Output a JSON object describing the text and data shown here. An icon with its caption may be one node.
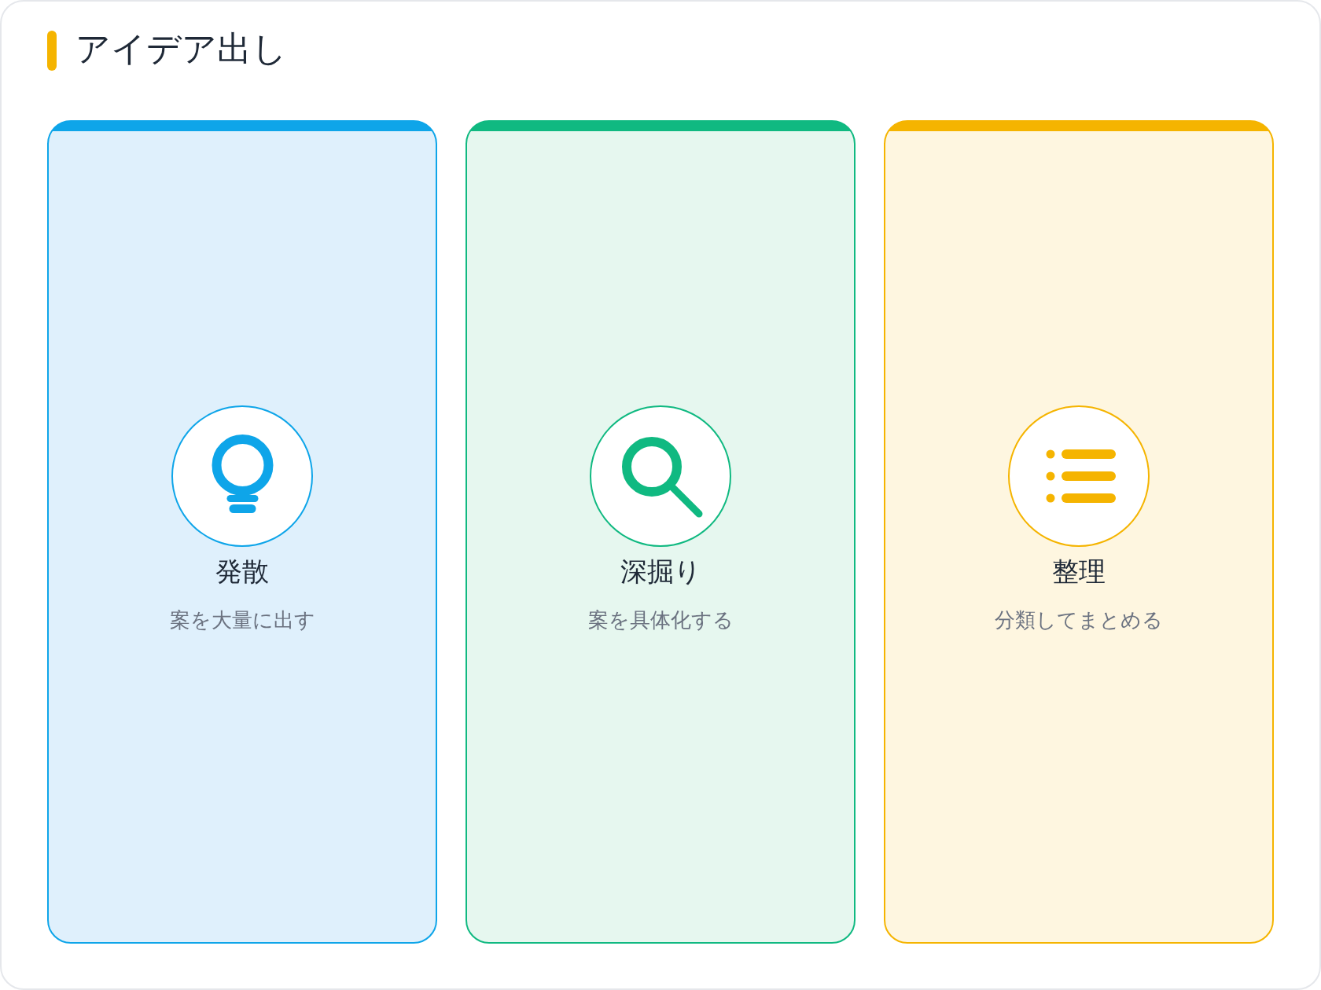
{
  "diagram": {
    "title": "アイデア出し",
    "nodes": [
      {
        "text": [
          "発散",
          "案を大量に出す"
        ]
      },
      {
        "text": [
          "深掘り",
          "案を具体化する"
        ]
      },
      {
        "text": [
          "整理",
          "分類してまとめる"
        ]
      }
    ]
  }
}
